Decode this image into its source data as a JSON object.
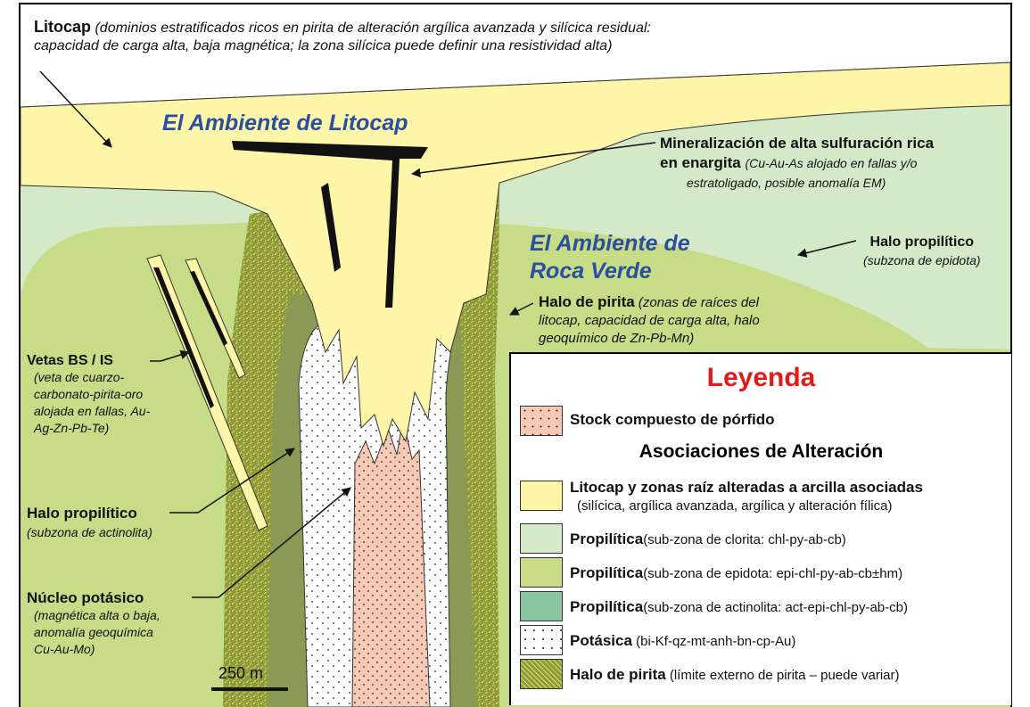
{
  "labels": {
    "litocap": {
      "title": "Litocap",
      "desc_line1": "(dominios estratificados ricos en pirita de alteración argílica avanzada y silícica residual:",
      "desc_line2": "capacidad de carga alta, baja magnética; la zona silícica puede definir una resistividad alta)"
    },
    "env_litocap": "El Ambiente de Litocap",
    "env_roca_verde_line1": "El Ambiente de",
    "env_roca_verde_line2": "Roca Verde",
    "mineralizacion": {
      "title_line1": "Mineralización de alta sulfuración rica",
      "title_line2": "en enargita",
      "desc_line1": "(Cu-Au-As alojado en fallas y/o",
      "desc_line2": "estratoligado, posible anomalía EM)"
    },
    "halo_epidota": {
      "title": "Halo propilítico",
      "desc": "(subzona de epidota)"
    },
    "halo_pirita": {
      "title": "Halo de pirita",
      "desc_line1": "(zonas de raíces del",
      "desc_line2": "litocap, capacidad de carga alta, halo",
      "desc_line3": "geoquímico de Zn-Pb-Mn)"
    },
    "vetas": {
      "title": "Vetas BS / IS",
      "desc_line1": "(veta de cuarzo-",
      "desc_line2": "carbonato-pirita-oro",
      "desc_line3": "alojada en fallas, Au-",
      "desc_line4": "Ag-Zn-Pb-Te)"
    },
    "halo_actinolita": {
      "title": "Halo propilítico",
      "desc": "(subzona de actinolita)"
    },
    "nucleo": {
      "title": "Núcleo potásico",
      "desc_line1": "(magnética alta o baja,",
      "desc_line2": "anomalía geoquímica",
      "desc_line3": "Cu-Au-Mo)"
    },
    "scale": "250 m"
  },
  "legend": {
    "title": "Leyenda",
    "stock": "Stock compuesto de pórfido",
    "subtitle": "Asociaciones de Alteración",
    "items": [
      {
        "name": "Litocap y zonas raíz alteradas a arcilla asociadas",
        "detail": "(silícica, argílica avanzada, argílica y alteración fílica)"
      },
      {
        "name": "Propilítica",
        "detail": "(sub-zona de clorita: chl-py-ab-cb)"
      },
      {
        "name": "Propilítica",
        "detail": "(sub-zona de epidota: epi-chl-py-ab-cb±hm)"
      },
      {
        "name": "Propilítica",
        "detail": "(sub-zona de actinolita: act-epi-chl-py-ab-cb)"
      },
      {
        "name": "Potásica",
        "detail": "(bi-Kf-qz-mt-anh-bn-cp-Au)"
      },
      {
        "name": "Halo de pirita",
        "detail": "(límite externo de pirita – puede variar)"
      }
    ]
  },
  "colors": {
    "litocap": "#fdf6a8",
    "clorita": "#d4e9c8",
    "epidota": "#c6dc86",
    "actinolita": "#89c6a0",
    "pyrite_halo": "#8f9a3a",
    "stock": "#f7c9b5",
    "potasica": "#ffffff",
    "title_red": "#e11b1b",
    "env_blue": "#2a4fa0"
  }
}
